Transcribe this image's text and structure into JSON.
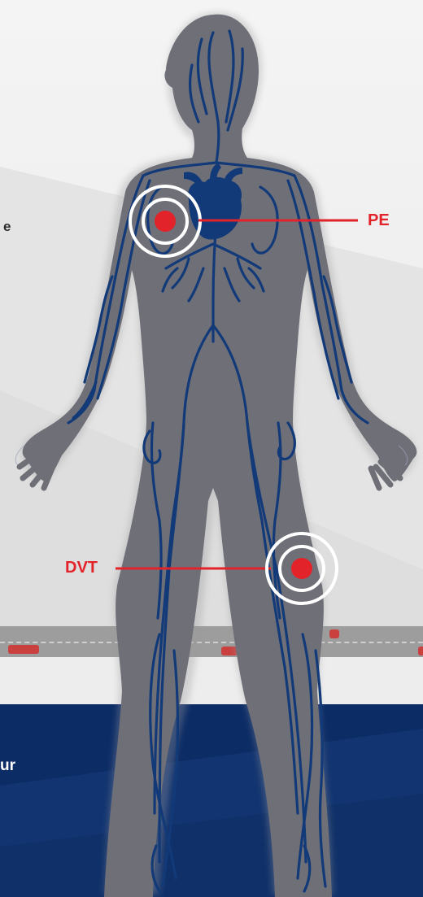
{
  "labels": {
    "pe": "PE",
    "dvt": "DVT"
  },
  "cut_off_text": {
    "left_fragment": "e",
    "footer_fragment": "ur"
  },
  "colors": {
    "marker": "#e3232a",
    "vein": "#123a78",
    "body": "#6f6f78",
    "footer": "#0c2c66"
  }
}
